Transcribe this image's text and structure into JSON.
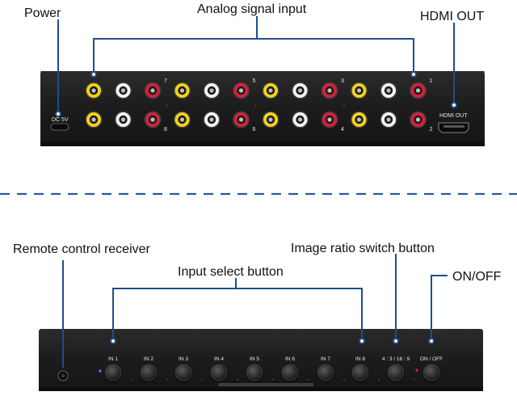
{
  "callouts": {
    "power": "Power",
    "analog_input": "Analog signal input",
    "hdmi_out": "HDMI OUT",
    "remote_receiver": "Remote control receiver",
    "input_select": "Input select button",
    "ratio_switch": "Image ratio switch button",
    "on_off": "ON/OFF"
  },
  "rear_panel": {
    "dc_label": "DC 5V",
    "hdmi_label": "HDMI OUT",
    "channel_numbers": [
      "1",
      "2",
      "3",
      "4",
      "5",
      "6",
      "7",
      "8"
    ]
  },
  "front_panel": {
    "buttons": [
      "IN 1",
      "IN 2",
      "IN 3",
      "IN 4",
      "IN 5",
      "IN 6",
      "IN 7",
      "IN 8",
      "4 : 3 / 16 : 9",
      "ON / OFF"
    ]
  },
  "colors": {
    "accent": "#1f4e8c",
    "divider": "#2a5a9a",
    "rca_yellow": "#f2d21a",
    "rca_white": "#f4f4f4",
    "rca_red": "#d3213a",
    "chassis": "#222222"
  }
}
